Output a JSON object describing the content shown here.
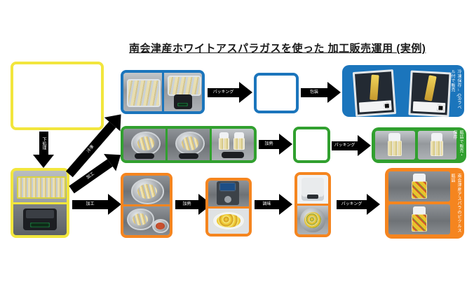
{
  "title": "南会津産ホワイトアスパラガスを使った 加工販売運用 (実例)",
  "colors": {
    "source_border": "#f2e63d",
    "flow_frozen": "#1b75bc",
    "flow_bottled": "#31a02f",
    "flow_seasoned": "#f5851f",
    "arrow": "#000000",
    "background": "#ffffff"
  },
  "process": {
    "prep_arrow": "下処理",
    "to_blue_arrow": "冷凍",
    "to_green_arrow": "加工",
    "to_orange_arrow": "加工"
  },
  "blue_flow": {
    "packing_arrow": "パッキング",
    "wrap_arrow": "包装",
    "caption": "冷凍保存→ QRラベル付で販売"
  },
  "green_flow": {
    "heat_arrow": "加熱",
    "packing_arrow": "パッキング",
    "caption": "瓶詰で販売・保存"
  },
  "orange_flow": {
    "heat_arrow": "加熱",
    "season_arrow": "調味",
    "packing_arrow": "パッキング",
    "caption": "南会津産アスパラのピクルス瓶詰"
  }
}
